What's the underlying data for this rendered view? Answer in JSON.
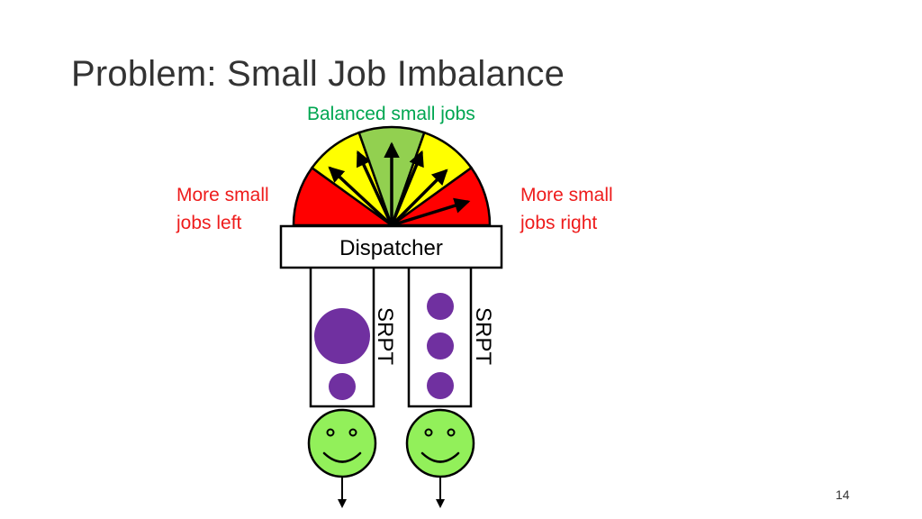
{
  "slide": {
    "title": "Problem: Small Job Imbalance",
    "page_number": "14"
  },
  "gauge": {
    "top_label": "Balanced small jobs",
    "left_label_line1": "More small",
    "left_label_line2": "jobs left",
    "right_label_line1": "More small",
    "right_label_line2": "jobs right"
  },
  "dispatcher": {
    "label": "Dispatcher"
  },
  "queues": [
    {
      "policy": "SRPT"
    },
    {
      "policy": "SRPT"
    }
  ],
  "colors": {
    "balanced": "#00a651",
    "imbalance": "#ee1c1c",
    "zone_center": "#92d050",
    "zone_mid": "#ffff00",
    "zone_outer": "#ff0000",
    "job": "#7030a0",
    "server": "#92f05a"
  }
}
